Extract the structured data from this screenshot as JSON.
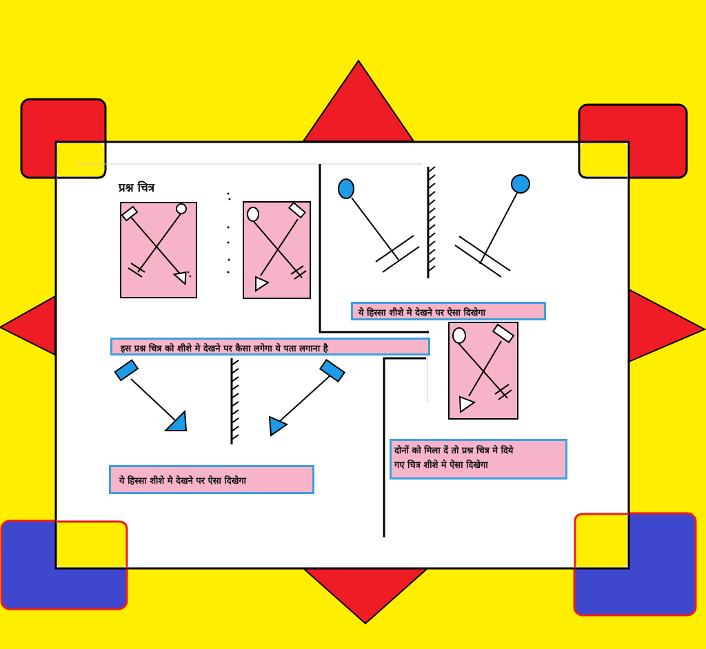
{
  "title": "प्रश्न चित्र",
  "labels": {
    "question": "इस प्रश्न चित्र को शीशे मे देखने पर कैसा लगेगा ये पता लगाना है",
    "part1": "ये हिस्सा शीशे मे देखने पर ऐसा दिखेगा",
    "part2": "ये हिस्सा शीशे मे देखने पर ऐसा दिखेगा",
    "combine_line1": "दोनों को मिला दें तो प्रश्न चित्र मे दिये",
    "combine_line2": "गए चित्र शीशे  मे  ऐसा दिखेगा"
  },
  "colors": {
    "background": "#ffee00",
    "decor_red": "#ee1c24",
    "decor_blue": "#3f48cc",
    "panel": "#ffffff",
    "card_pink": "#f7b4c8",
    "accent_blue": "#1e9be8",
    "label_border": "#3aa0e0"
  }
}
